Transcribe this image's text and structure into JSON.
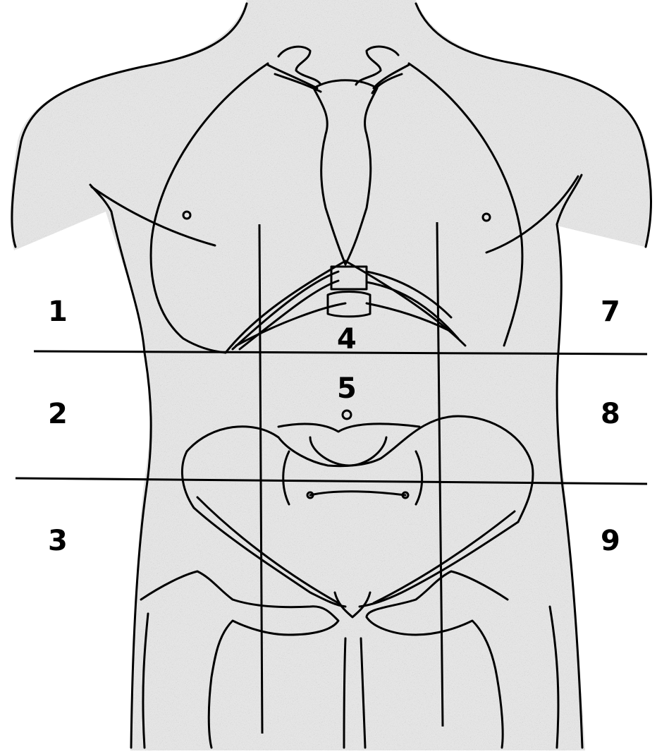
{
  "diagram": {
    "colors": {
      "stroke": "#000000",
      "paper": "#ffffff",
      "shade": "#c8c8c8"
    },
    "region_labels": {
      "r1": "1",
      "r2": "2",
      "r3": "3",
      "r4": "4",
      "r5": "5",
      "r7": "7",
      "r8": "8",
      "r9": "9"
    }
  }
}
